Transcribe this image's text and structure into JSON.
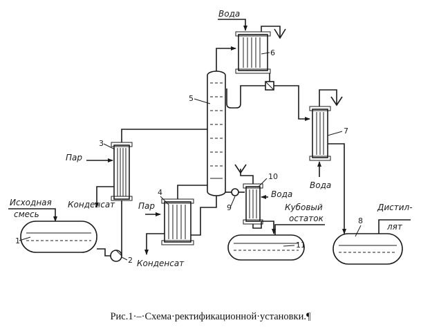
{
  "labels": {
    "voda_top": "Вода",
    "voda_cond10": "Вода",
    "voda_cooler7": "Вода",
    "par_left": "Пар",
    "par_lower": "Пар",
    "kondensat_left": "Конденсат",
    "kondensat_lower": "Конденсат",
    "ishodnaya": "Исходная",
    "smes": "смесь",
    "kubovy": "Кубовый",
    "ostatok": "остаток",
    "distil": "Дистил-",
    "lyat": "лят"
  },
  "numbers": {
    "n1": "1",
    "n2": "2",
    "n3": "3",
    "n4": "4",
    "n5": "5",
    "n6": "6",
    "n7": "7",
    "n8": "8",
    "n9": "9",
    "n10": "10",
    "n11": "11"
  },
  "caption": "Рис.1·–·Схема·ректификационной·установки.¶"
}
